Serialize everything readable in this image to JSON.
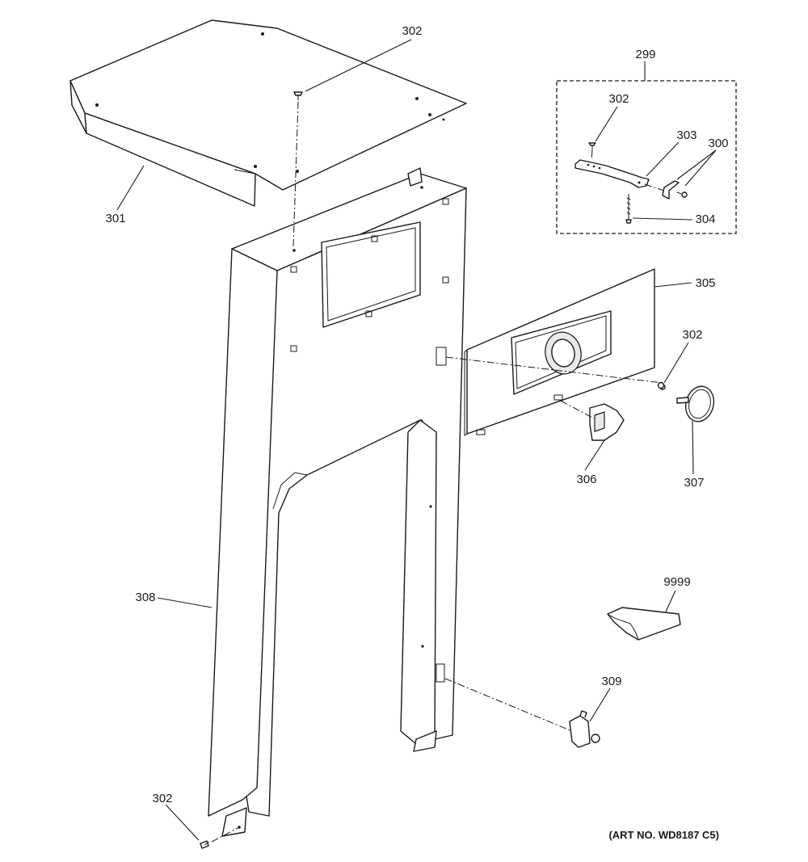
{
  "callouts": {
    "c299": "299",
    "c300": "300",
    "c301": "301",
    "c302_top": "302",
    "c302_kit": "302",
    "c302_mid": "302",
    "c302_bottom": "302",
    "c303": "303",
    "c304": "304",
    "c305": "305",
    "c306": "306",
    "c307": "307",
    "c308": "308",
    "c309": "309",
    "c9999": "9999"
  },
  "art_number": "(ART NO. WD8187 C5)"
}
